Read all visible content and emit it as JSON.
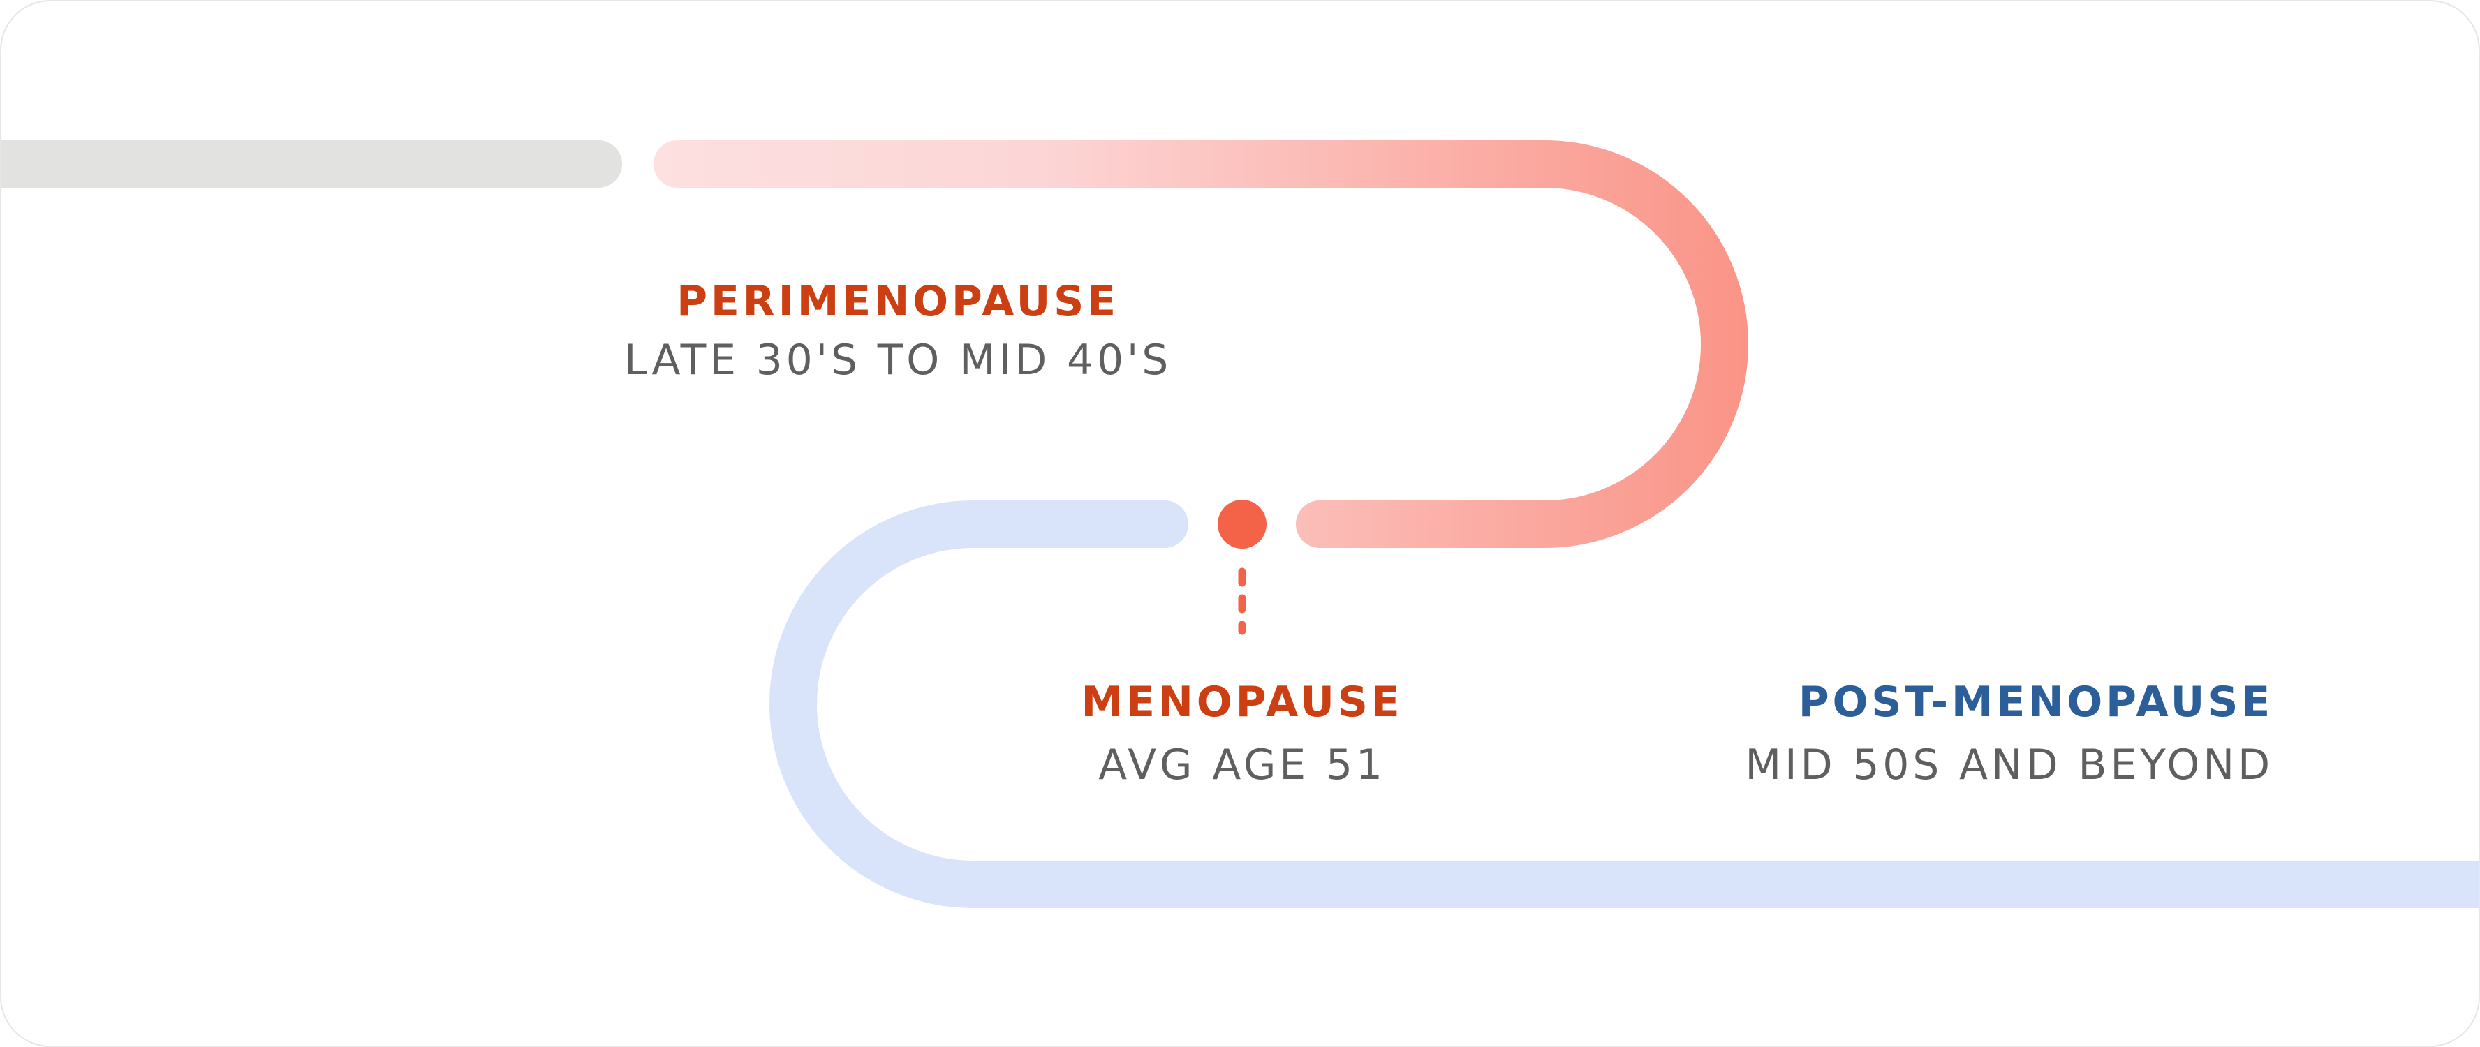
{
  "colors": {
    "pre_track": "#e2e2e0",
    "peri_start": "#fde0e0",
    "peri_end": "#fa9487",
    "post_track": "#d9e3fa",
    "menopause_dot": "#f46247",
    "accent_orange": "#cc3f12",
    "accent_blue": "#2c5f9a",
    "subtext": "#5f5f5f"
  },
  "stages": {
    "perimenopause": {
      "title": "PERIMENOPAUSE",
      "subtitle": "LATE 30'S TO MID 40'S"
    },
    "menopause": {
      "title": "MENOPAUSE",
      "subtitle": "AVG AGE 51"
    },
    "postmenopause": {
      "title": "POST-MENOPAUSE",
      "subtitle": "MID 50S AND BEYOND"
    }
  }
}
